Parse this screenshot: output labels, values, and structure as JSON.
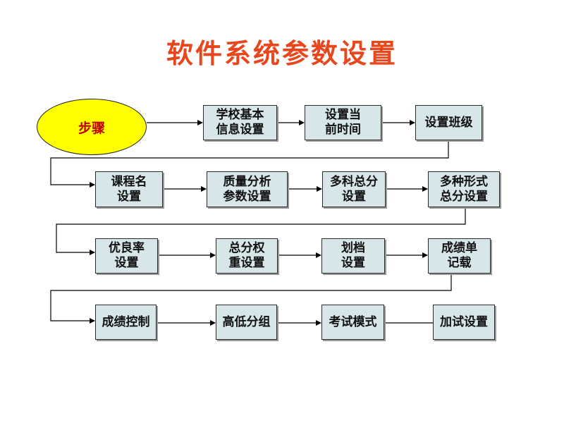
{
  "title": "软件系统参数设置",
  "start": "步骤",
  "rows": [
    [
      {
        "l1": "学校基本",
        "l2": "信息设置"
      },
      {
        "l1": "设置当",
        "l2": "前时间"
      },
      {
        "l1": "设置班级",
        "l2": ""
      }
    ],
    [
      {
        "l1": "课程名",
        "l2": "设置"
      },
      {
        "l1": "质量分析",
        "l2": "参数设置"
      },
      {
        "l1": "多科总分",
        "l2": "设置"
      },
      {
        "l1": "多种形式",
        "l2": "总分设置"
      }
    ],
    [
      {
        "l1": "优良率",
        "l2": "设置"
      },
      {
        "l1": "总分权",
        "l2": "重设置"
      },
      {
        "l1": "划档",
        "l2": "设置"
      },
      {
        "l1": "成绩单",
        "l2": "记载"
      }
    ],
    [
      {
        "l1": "成绩控制",
        "l2": ""
      },
      {
        "l1": "高低分组",
        "l2": ""
      },
      {
        "l1": "考试模式",
        "l2": ""
      },
      {
        "l1": "加试设置",
        "l2": ""
      }
    ]
  ],
  "colors": {
    "title": "#e8471e",
    "start_fill": "#ffff00",
    "start_text": "#c00000",
    "box_fill": "#d6e6e9"
  }
}
